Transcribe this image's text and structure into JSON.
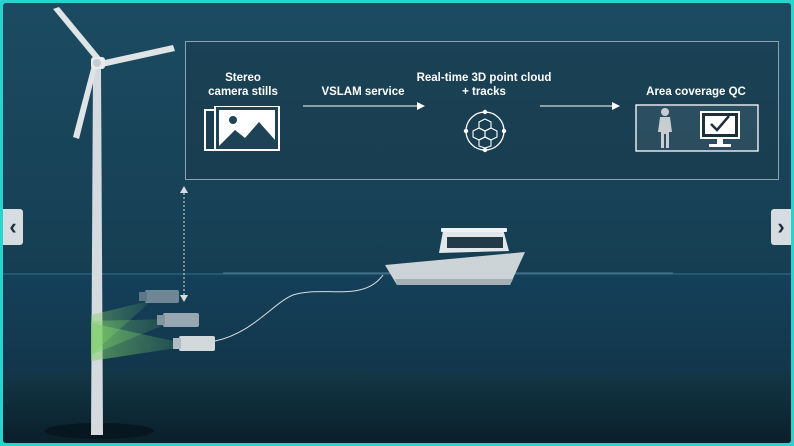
{
  "diagram": {
    "steps": [
      {
        "label_line1": "Stereo",
        "label_line2": "camera stills",
        "icon": "photo-stack-icon"
      },
      {
        "label": "VSLAM service"
      },
      {
        "label_line1": "Real-time 3D point cloud",
        "label_line2": "+ tracks",
        "icon": "point-cloud-cubes-icon"
      },
      {
        "label": "Area coverage QC",
        "icon": "operator-monitor-check-icon"
      }
    ]
  },
  "nav": {
    "prev_label": "‹",
    "next_label": "›"
  },
  "colors": {
    "sky": "#19445a",
    "sea": "#163f52",
    "seabed": "#0f2a37",
    "panel_border": "#8aa3ae",
    "frame": "#2bd3cf",
    "camera_beam": "#7fd06b"
  }
}
